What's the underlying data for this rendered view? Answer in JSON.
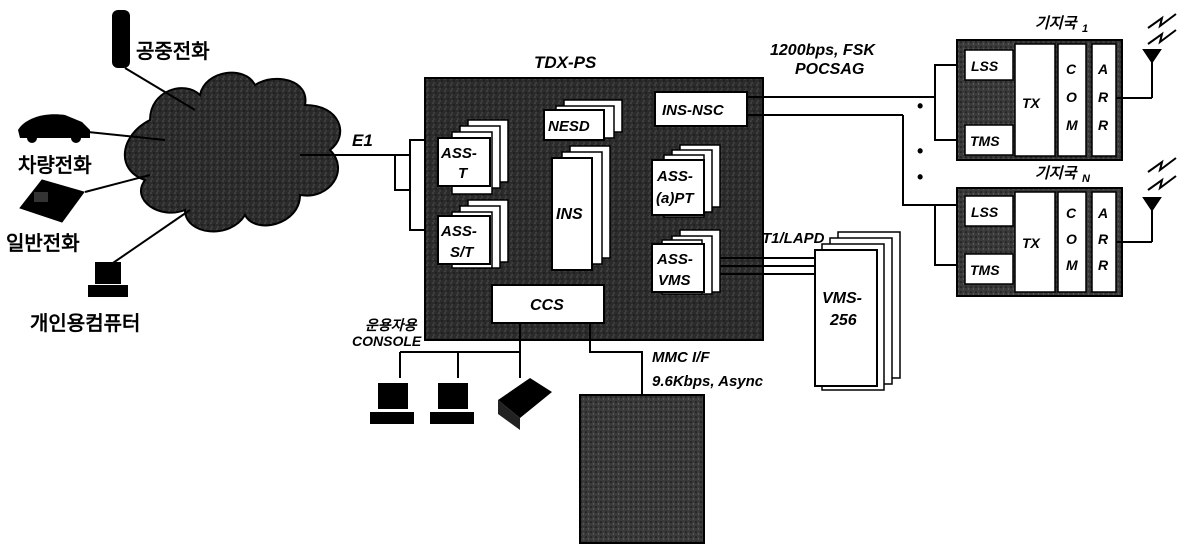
{
  "colors": {
    "ink": "#000000",
    "shade": "#2b2b2b",
    "paper": "#ffffff"
  },
  "network": {
    "cloud_icon": "cloud-icon"
  },
  "terminals": {
    "public_phone": "공중전화",
    "car_phone": "차량전화",
    "general_phone": "일반전화",
    "personal_computer": "개인용컴퓨터"
  },
  "system": {
    "title": "TDX-PS",
    "link_e1": "E1",
    "ass_t": [
      "ASS-",
      "T"
    ],
    "ass_st": [
      "ASS-",
      "S/T"
    ],
    "nesd": "NESD",
    "ins": "INS",
    "ins_nsc": "INS-NSC",
    "ass_apt": [
      "ASS-",
      "(a)PT"
    ],
    "ass_vms": [
      "ASS-",
      "VMS"
    ],
    "ccs": "CCS"
  },
  "links": {
    "paging_line1": "1200bps, FSK",
    "paging_line2": "POCSAG",
    "t1_lapd": "T1/LAPD",
    "mmc_line1": "MMC I/F",
    "mmc_line2": "9.6Kbps, Async"
  },
  "console": {
    "line1": "운용자용",
    "line2": "CONSOLE"
  },
  "vms": [
    "VMS-",
    "256"
  ],
  "base_stations": [
    {
      "title": "기지국",
      "index": "1",
      "lss": "LSS",
      "tms": "TMS",
      "tx": "TX",
      "com": [
        "C",
        "O",
        "M"
      ],
      "ar": [
        "A",
        "R",
        "R"
      ]
    },
    {
      "title": "기지국",
      "index": "N",
      "lss": "LSS",
      "tms": "TMS",
      "tx": "TX",
      "com": [
        "C",
        "O",
        "M"
      ],
      "ar": [
        "A",
        "R",
        "R"
      ]
    }
  ],
  "dots": "• • •"
}
